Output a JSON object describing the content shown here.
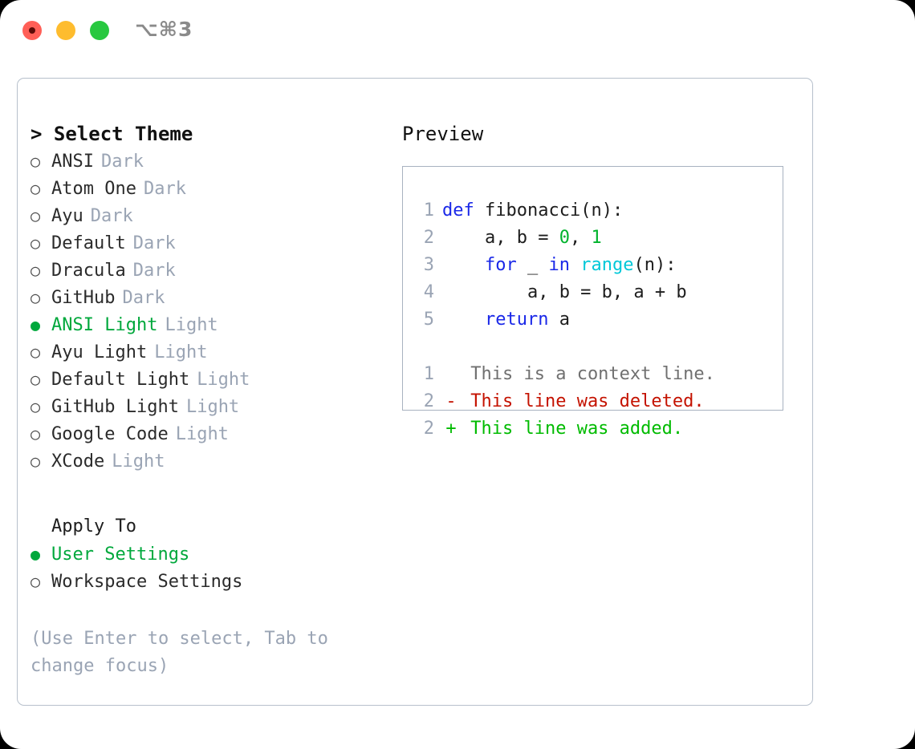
{
  "window": {
    "traffic_lights": [
      "close-button",
      "minimize-button",
      "maximize-button"
    ],
    "shortcut_label": "⌥⌘3"
  },
  "theme_picker": {
    "title": "> Select Theme",
    "options": [
      {
        "bullet": "○",
        "name": "ANSI",
        "tag": "Dark",
        "selected": false
      },
      {
        "bullet": "○",
        "name": "Atom One",
        "tag": "Dark",
        "selected": false
      },
      {
        "bullet": "○",
        "name": "Ayu",
        "tag": "Dark",
        "selected": false
      },
      {
        "bullet": "○",
        "name": "Default",
        "tag": "Dark",
        "selected": false
      },
      {
        "bullet": "○",
        "name": "Dracula",
        "tag": "Dark",
        "selected": false
      },
      {
        "bullet": "○",
        "name": "GitHub",
        "tag": "Dark",
        "selected": false
      },
      {
        "bullet": "●",
        "name": "ANSI Light",
        "tag": "Light",
        "selected": true
      },
      {
        "bullet": "○",
        "name": "Ayu Light",
        "tag": "Light",
        "selected": false
      },
      {
        "bullet": "○",
        "name": "Default Light",
        "tag": "Light",
        "selected": false
      },
      {
        "bullet": "○",
        "name": "GitHub Light",
        "tag": "Light",
        "selected": false
      },
      {
        "bullet": "○",
        "name": "Google Code",
        "tag": "Light",
        "selected": false
      },
      {
        "bullet": "○",
        "name": "XCode",
        "tag": "Light",
        "selected": false
      }
    ]
  },
  "apply_to": {
    "title": "Apply To",
    "options": [
      {
        "bullet": "●",
        "name": "User Settings",
        "selected": true
      },
      {
        "bullet": "○",
        "name": "Workspace Settings",
        "selected": false
      }
    ]
  },
  "hint": "(Use Enter to select, Tab to change focus)",
  "preview": {
    "heading": "Preview",
    "code_lines": [
      {
        "no": "1",
        "tokens": [
          {
            "t": "def",
            "c": "kw"
          },
          {
            "t": " ",
            "c": "plain"
          },
          {
            "t": "fibonacci(n):",
            "c": "id"
          }
        ]
      },
      {
        "no": "2",
        "tokens": [
          {
            "t": "    a, b = ",
            "c": "plain"
          },
          {
            "t": "0",
            "c": "num"
          },
          {
            "t": ", ",
            "c": "plain"
          },
          {
            "t": "1",
            "c": "num"
          }
        ]
      },
      {
        "no": "3",
        "tokens": [
          {
            "t": "    ",
            "c": "plain"
          },
          {
            "t": "for",
            "c": "kw"
          },
          {
            "t": " _ ",
            "c": "plain"
          },
          {
            "t": "in",
            "c": "kw"
          },
          {
            "t": " ",
            "c": "plain"
          },
          {
            "t": "range",
            "c": "fn"
          },
          {
            "t": "(n):",
            "c": "plain"
          }
        ]
      },
      {
        "no": "4",
        "tokens": [
          {
            "t": "        a, b = b, a + b",
            "c": "plain"
          }
        ]
      },
      {
        "no": "5",
        "tokens": [
          {
            "t": "    ",
            "c": "plain"
          },
          {
            "t": "return",
            "c": "kw"
          },
          {
            "t": " a",
            "c": "plain"
          }
        ]
      }
    ],
    "diff_lines": [
      {
        "no": "1",
        "sign": " ",
        "text": "This is a context line.",
        "kind": "context"
      },
      {
        "no": "2",
        "sign": "-",
        "text": "This line was deleted.",
        "kind": "del"
      },
      {
        "no": "2",
        "sign": "+",
        "text": "This line was added.",
        "kind": "add"
      }
    ]
  },
  "colors": {
    "accent_green": "#00a83c",
    "muted_gray": "#9aa4b4",
    "keyword_blue": "#1a28e8",
    "number_green": "#00b32c",
    "builtin_cyan": "#00c8d8",
    "diff_delete_red": "#c41200",
    "diff_add_green": "#00bb00",
    "panel_border": "#b7c0cc",
    "traffic_red": "#ff5f57",
    "traffic_yellow": "#febc2e",
    "traffic_green": "#28c840"
  }
}
